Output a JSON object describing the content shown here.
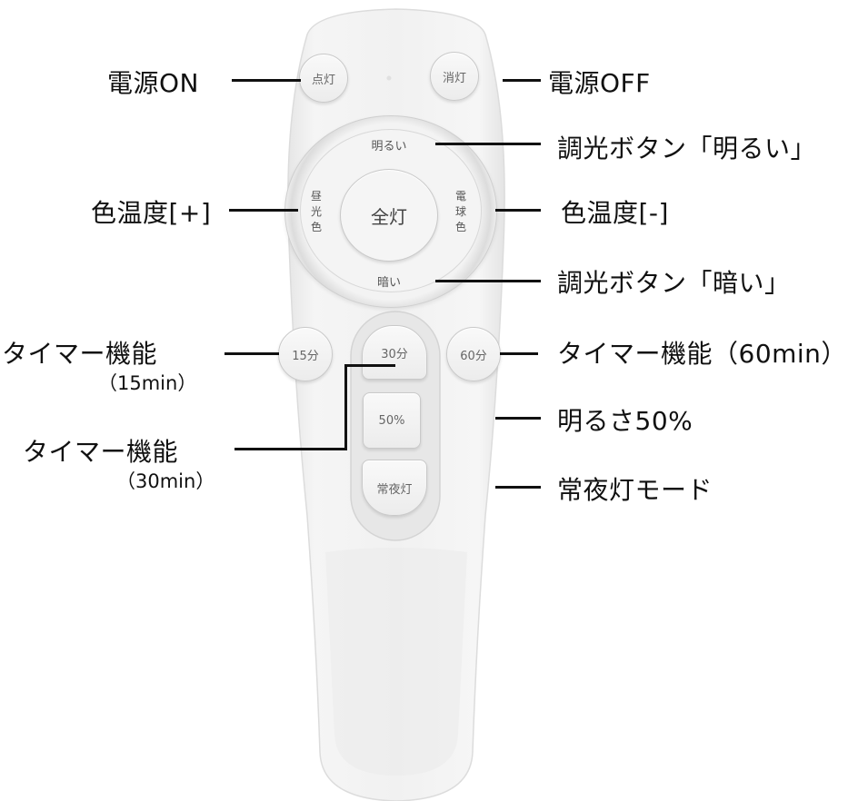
{
  "remote": {
    "buttons": {
      "power_on": "点灯",
      "power_off": "消灯",
      "brighter": "明るい",
      "dimmer": "暗い",
      "daylight": "昼光色",
      "warm": "電球色",
      "full_light": "全灯",
      "timer_15": "15分",
      "timer_30": "30分",
      "timer_60": "60分",
      "half_brightness": "50%",
      "night_light": "常夜灯"
    }
  },
  "callouts": {
    "power_on": "電源ON",
    "power_off": "電源OFF",
    "dim_up": "調光ボタン「明るい」",
    "color_temp_plus": "色温度[+]",
    "color_temp_minus": "色温度[-]",
    "dim_down": "調光ボタン「暗い」",
    "timer_15_title": "タイマー機能",
    "timer_15_sub": "（15min）",
    "timer_60": "タイマー機能（60min）",
    "brightness_50": "明るさ50%",
    "timer_30_title": "タイマー機能",
    "timer_30_sub": "（30min）",
    "night_mode": "常夜灯モード"
  }
}
